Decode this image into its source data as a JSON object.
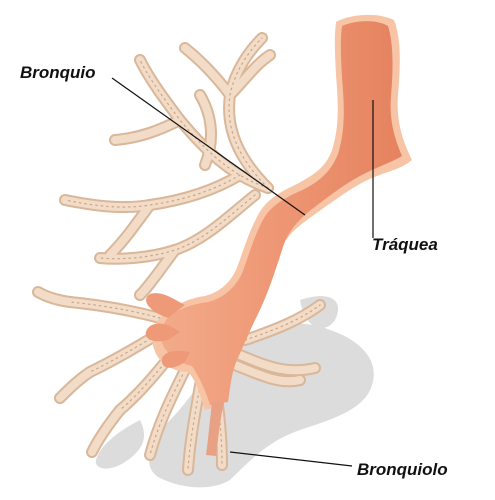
{
  "labels": {
    "bronquio": "Bronquio",
    "traquea": "Tráquea",
    "bronquiolo": "Bronquiolo"
  },
  "colors": {
    "airway_fill": "#ee9a78",
    "airway_light": "#f7c4a6",
    "cartilage": "#f2dcc7",
    "cartilage_dark": "#d9b79a",
    "shadow": "#d4d4d4",
    "leader_line": "#111111"
  }
}
